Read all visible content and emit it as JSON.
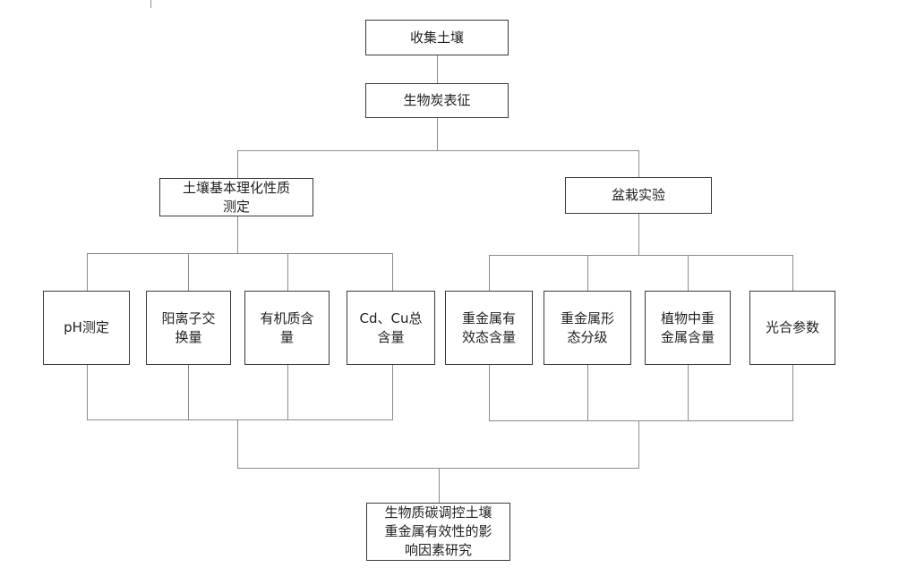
{
  "colors": {
    "bg": "#ffffff",
    "box_border": "#3a3a3a",
    "line_color": "#8c8c8c",
    "text_color": "#1f1f1f"
  },
  "diagram": {
    "type": "flowchart",
    "nodes": {
      "collect_soil": {
        "lines": [
          "收集土壤"
        ]
      },
      "biochar_characterization": {
        "lines": [
          "生物炭表征"
        ]
      },
      "soil_properties": {
        "lines": [
          "土壤基本理化性质",
          "测定"
        ]
      },
      "pot_experiment": {
        "lines": [
          "盆栽实验"
        ]
      },
      "ph": {
        "lines": [
          "pH测定"
        ]
      },
      "cec": {
        "lines": [
          "阳离子交",
          "换量"
        ]
      },
      "organic_matter": {
        "lines": [
          "有机质含",
          "量"
        ]
      },
      "cd_cu_total": {
        "lines": [
          "Cd、Cu总",
          "含量"
        ]
      },
      "hm_available": {
        "lines": [
          "重金属有",
          "效态含量"
        ]
      },
      "hm_fractionation": {
        "lines": [
          "重金属形",
          "态分级"
        ]
      },
      "plant_hm_content": {
        "lines": [
          "植物中重",
          "金属含量"
        ]
      },
      "photosynthetic_params": {
        "lines": [
          "光合参数"
        ]
      },
      "conclusion": {
        "lines": [
          "生物质碳调控土壤",
          "重金属有效性的影",
          "响因素研究"
        ]
      }
    }
  }
}
